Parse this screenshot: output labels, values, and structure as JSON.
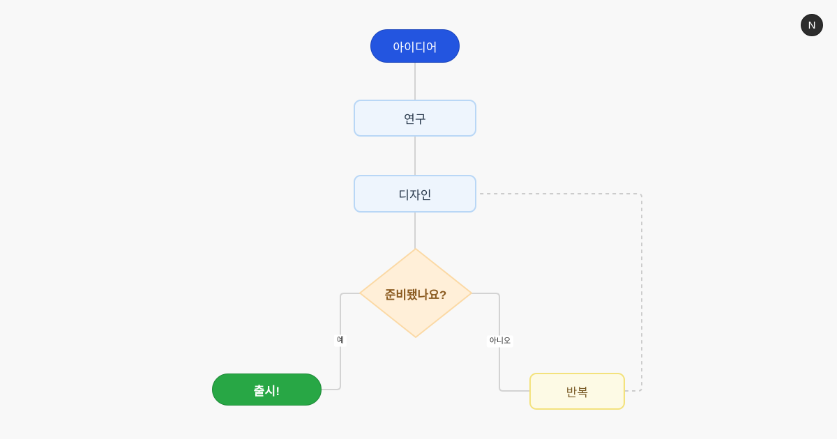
{
  "canvas": {
    "background": "#f8f8f8",
    "edge_color": "#d3d3d3",
    "dashed_edge_color": "#cccccc"
  },
  "logo": {
    "letter": "N",
    "bg": "#2d2d2d",
    "fg": "#ffffff"
  },
  "flowchart": {
    "nodes": {
      "idea": {
        "label": "아이디어",
        "shape": "stadium",
        "fill": "#2355e0",
        "text_color": "#ffffff"
      },
      "research": {
        "label": "연구",
        "shape": "rect",
        "fill": "#eef5fd",
        "border": "#b9d7f6",
        "text_color": "#263649"
      },
      "design": {
        "label": "디자인",
        "shape": "rect",
        "fill": "#eef5fd",
        "border": "#b9d7f6",
        "text_color": "#263649"
      },
      "decision": {
        "label": "준비됐나요?",
        "shape": "diamond",
        "fill": "#ffefd8",
        "border": "#fbd9a5",
        "text_color": "#8a5a1f"
      },
      "launch": {
        "label": "출시!",
        "shape": "stadium",
        "fill": "#28a745",
        "text_color": "#ffffff"
      },
      "iterate": {
        "label": "반복",
        "shape": "rect",
        "fill": "#fdfae5",
        "border": "#f3e27d",
        "text_color": "#7a5c28"
      }
    },
    "edges": {
      "idea_research": {
        "from": "idea",
        "to": "research",
        "style": "solid",
        "label": ""
      },
      "research_design": {
        "from": "research",
        "to": "design",
        "style": "solid",
        "label": ""
      },
      "design_decision": {
        "from": "design",
        "to": "decision",
        "style": "solid",
        "label": ""
      },
      "decision_launch": {
        "from": "decision",
        "to": "launch",
        "style": "solid",
        "label": "예"
      },
      "decision_iterate": {
        "from": "decision",
        "to": "iterate",
        "style": "solid",
        "label": "아니오"
      },
      "iterate_design": {
        "from": "iterate",
        "to": "design",
        "style": "dashed",
        "label": ""
      }
    }
  }
}
